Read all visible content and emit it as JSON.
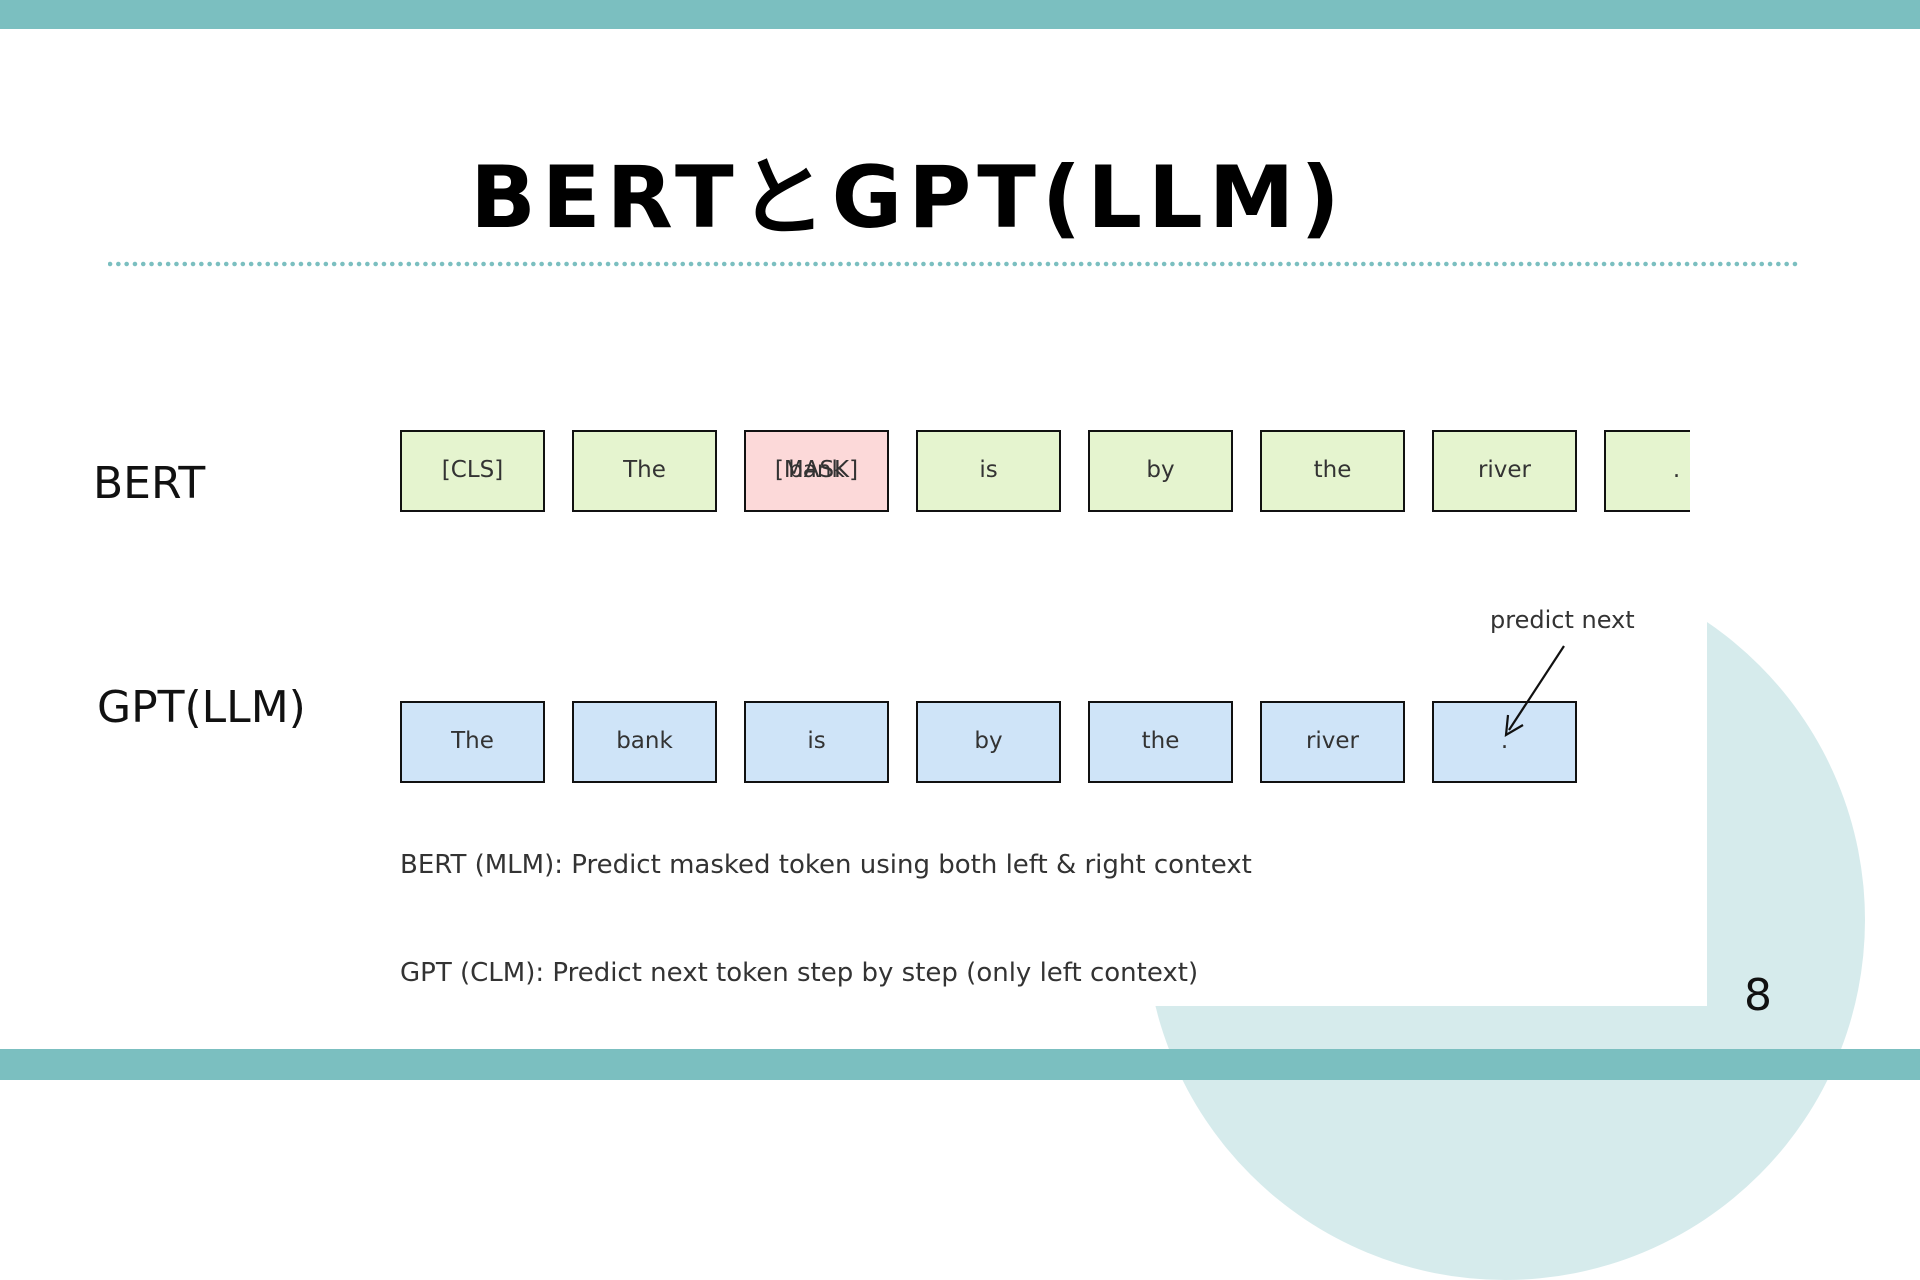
{
  "slide": {
    "title": "BERTとGPT(LLM)",
    "page_number": "8",
    "colors": {
      "band": "#7bbfc0",
      "dotted_rule": "#7bbfc0",
      "deco_circle": "#d6ebec",
      "bert_token_fill": "#e5f4cf",
      "mask_token_fill": "#fcd9d9",
      "gpt_token_fill": "#cfe4f8",
      "token_border": "#111111"
    }
  },
  "diagram": {
    "bert": {
      "label": "BERT",
      "tokens": [
        "[CLS]",
        "The",
        "[MASK]",
        "is",
        "by",
        "the",
        "river",
        "."
      ],
      "masked_token_overlay": "bank",
      "masked_index": 2
    },
    "gpt": {
      "label": "GPT(LLM)",
      "tokens": [
        "The",
        "bank",
        "is",
        "by",
        "the",
        "river",
        "."
      ],
      "callout": "predict next"
    },
    "captions": [
      "BERT (MLM): Predict masked token using both left & right context",
      "GPT (CLM): Predict next token step by step (only left context)"
    ]
  }
}
